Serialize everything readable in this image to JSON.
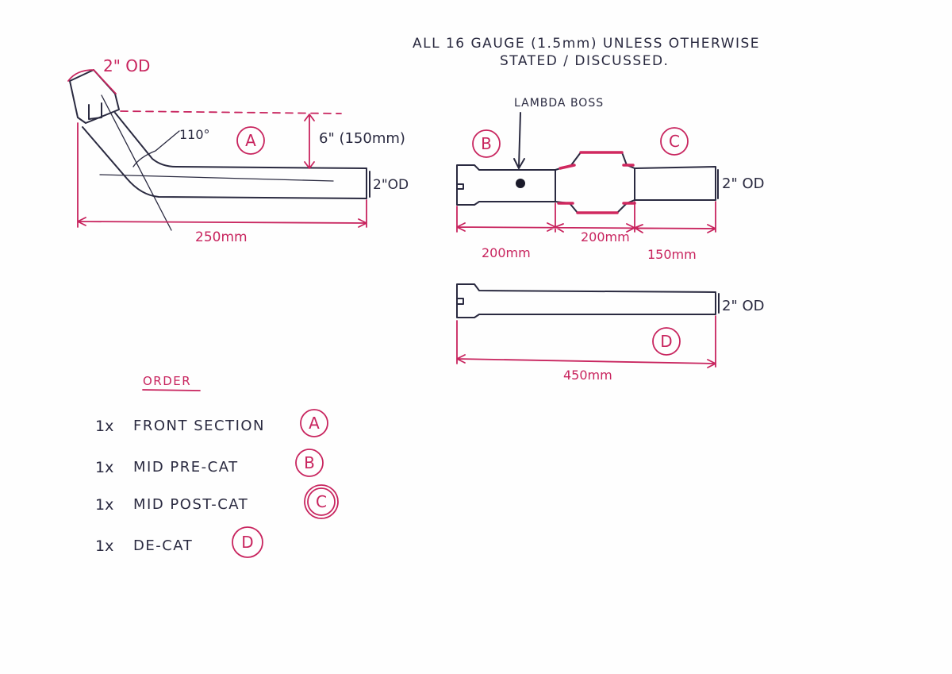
{
  "notes": {
    "line1": "ALL 16 GAUGE (1.5mm) UNLESS OTHERWISE",
    "line2": "STATED / DISCUSSED."
  },
  "part_a": {
    "label": "A",
    "top_od": "2\" OD",
    "angle": "110°",
    "rise": "6\" (150mm)",
    "end_od": "2\"OD",
    "length": "250mm"
  },
  "part_bc": {
    "label_b": "B",
    "label_c": "C",
    "lambda": "LAMBDA BOSS",
    "od": "2\" OD",
    "len1": "200mm",
    "len2": "200mm",
    "len3": "150mm"
  },
  "part_d": {
    "label": "D",
    "od": "2\" OD",
    "length": "450mm"
  },
  "order": {
    "heading": "ORDER",
    "items": [
      {
        "qty": "1x",
        "name": "FRONT SECTION",
        "part": "A"
      },
      {
        "qty": "1x",
        "name": "MID PRE-CAT",
        "part": "B"
      },
      {
        "qty": "1x",
        "name": "MID POST-CAT",
        "part": "C"
      },
      {
        "qty": "1x",
        "name": "DE-CAT",
        "part": "D"
      }
    ]
  },
  "colors": {
    "ink": "#2a2a40",
    "red_ink": "#c8245e",
    "paper": "#fefefe"
  }
}
